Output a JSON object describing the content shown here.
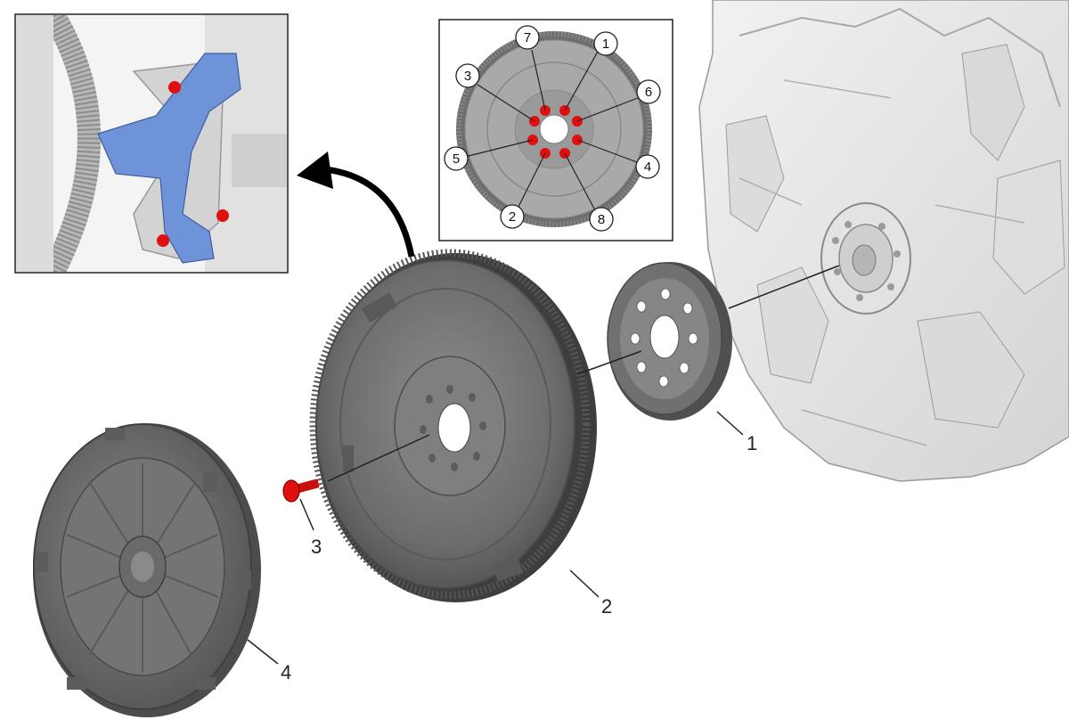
{
  "colors": {
    "part_dark": "#5f5f5f",
    "part_mid": "#7a7a7a",
    "part_light": "#9a9a9a",
    "engine_light": "#e9e9e9",
    "engine_shadow": "#c8c8c8",
    "bolt_red": "#e01010",
    "tool_blue": "#6f93d8",
    "leader": "#222222"
  },
  "parts": [
    {
      "id": "1",
      "label": "1",
      "name": "spacer-plate"
    },
    {
      "id": "2",
      "label": "2",
      "name": "flywheel"
    },
    {
      "id": "3",
      "label": "3",
      "name": "flywheel-bolt"
    },
    {
      "id": "4",
      "label": "4",
      "name": "clutch-pressure-plate"
    }
  ],
  "sequence": {
    "labels": [
      "1",
      "2",
      "3",
      "4",
      "5",
      "6",
      "7",
      "8"
    ]
  },
  "insets": {
    "locking_tool": {
      "icon": "flywheel-locking-tool-detail"
    },
    "tightening_sequence": {
      "icon": "bolt-tightening-sequence-detail"
    }
  }
}
